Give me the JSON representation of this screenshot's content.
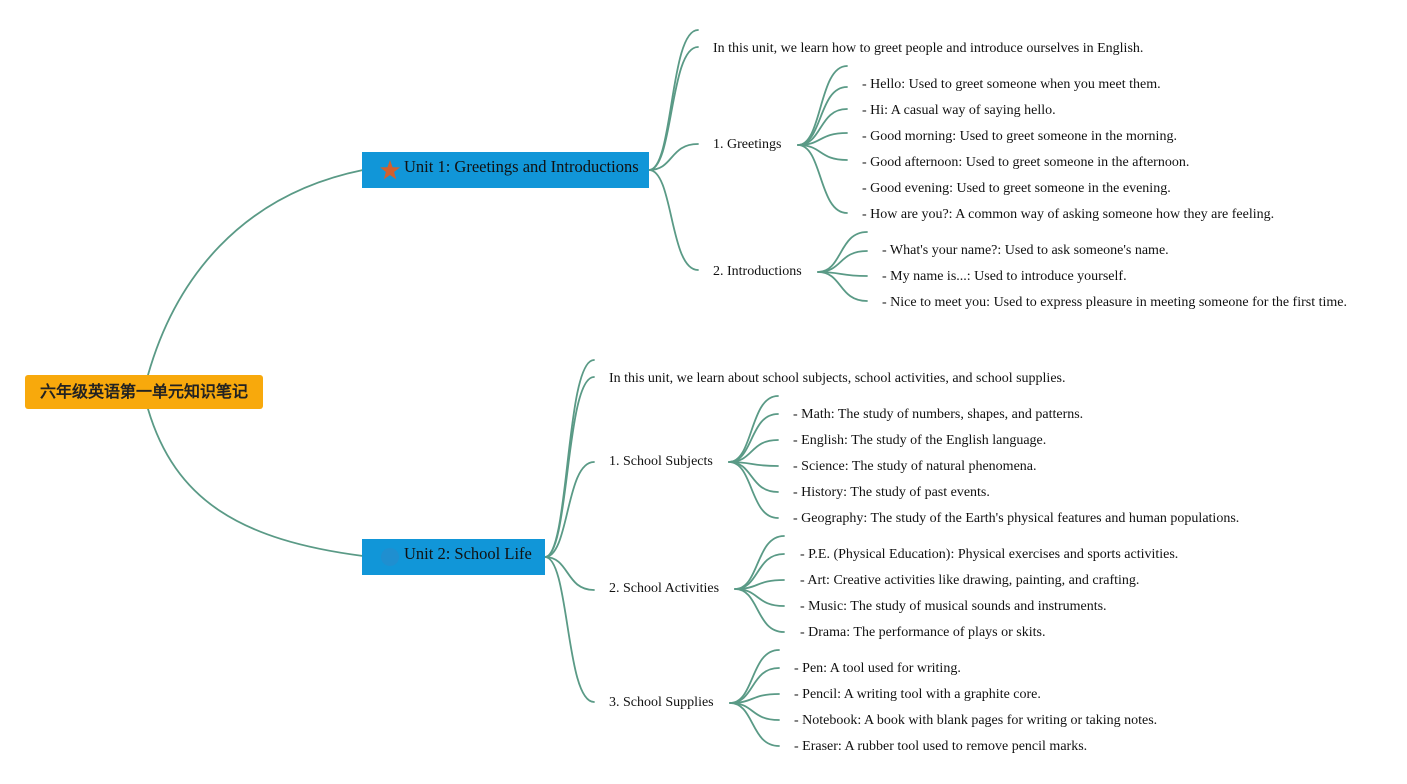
{
  "root": {
    "title": "六年级英语第一单元知识笔记"
  },
  "colors": {
    "root_fill": "#f8a90c",
    "unit_fill": "#1196d8",
    "link": "#5a9a86",
    "star": "#d2602e"
  },
  "unit1": {
    "title": "Unit 1: Greetings and Introductions",
    "icon": "star-icon",
    "intro": "In this unit, we learn how to greet people and introduce ourselves in English.",
    "sections": [
      {
        "title": "1. Greetings",
        "items": [
          "- Hello: Used to greet someone when you meet them.",
          "- Hi: A casual way of saying hello.",
          "- Good morning: Used to greet someone in the morning.",
          "- Good afternoon: Used to greet someone in the afternoon.",
          "- Good evening: Used to greet someone in the evening.",
          "- How are you?: A common way of asking someone how they are feeling."
        ]
      },
      {
        "title": "2. Introductions",
        "items": [
          "- What's your name?: Used to ask someone's name.",
          "- My name is...: Used to introduce yourself.",
          "- Nice to meet you: Used to express pleasure in meeting someone for the first time."
        ]
      }
    ]
  },
  "unit2": {
    "title": "Unit 2: School Life",
    "icon": "info-icon",
    "intro": "In this unit, we learn about school subjects, school activities, and school supplies.",
    "sections": [
      {
        "title": "1. School Subjects",
        "items": [
          "- Math: The study of numbers, shapes, and patterns.",
          "- English: The study of the English language.",
          "- Science: The study of natural phenomena.",
          "- History: The study of past events.",
          "- Geography: The study of the Earth's physical features and human populations."
        ]
      },
      {
        "title": "2. School Activities",
        "items": [
          "- P.E. (Physical Education): Physical exercises and sports activities.",
          "- Art: Creative activities like drawing, painting, and crafting.",
          "- Music: The study of musical sounds and instruments.",
          "- Drama: The performance of plays or skits."
        ]
      },
      {
        "title": "3. School Supplies",
        "items": [
          "- Pen: A tool used for writing.",
          "- Pencil: A writing tool with a graphite core.",
          "- Notebook: A book with blank pages for writing or taking notes.",
          "- Eraser: A rubber tool used to remove pencil marks."
        ]
      }
    ]
  }
}
